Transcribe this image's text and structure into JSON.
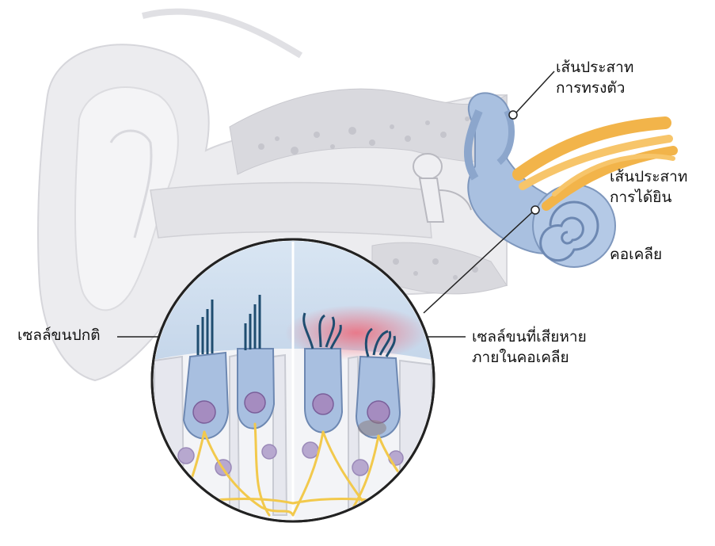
{
  "labels": {
    "vestibular_nerve": {
      "line1": "เส้นประสาท",
      "line2": "การทรงตัว"
    },
    "cochlear_nerve": {
      "line1": "เส้นประสาท",
      "line2": "การได้ยิน"
    },
    "cochlea": "คอเคลีย",
    "normal_hair_cells": "เซลล์ขนปกติ",
    "damaged_hair_cells": {
      "line1": "เซลล์ขนที่เสียหาย",
      "line2": "ภายในคอเคลีย"
    }
  },
  "colors": {
    "ear_tissue": "#e9e9ec",
    "bone": "#d7d7dc",
    "inner_ear": "#a9c0e0",
    "nerve": "#f2b44a",
    "hair_cell": "#a8bfe0",
    "nucleus": "#a58cc0",
    "damage_glow": "#f25a6a",
    "fluid": "#d4e2f1"
  }
}
